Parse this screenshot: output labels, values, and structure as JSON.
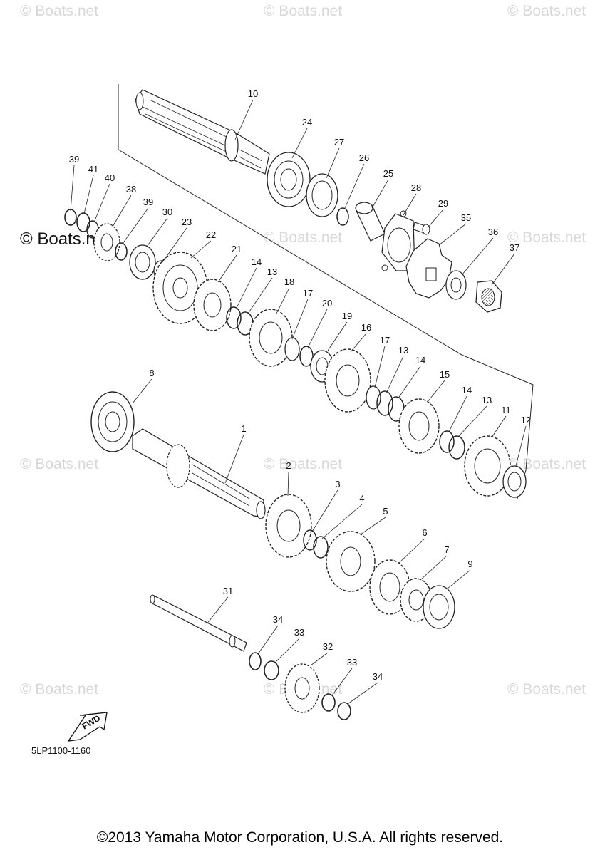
{
  "watermark": {
    "text": "© Boats.net",
    "strong_text": "© Boats.net"
  },
  "diagram_code": "5LP1100-1160",
  "fwd_label": "FWD",
  "copyright": "©2013 Yamaha Motor Corporation, U.S.A. All rights reserved.",
  "parts": [
    {
      "id": "p10",
      "label": "10"
    },
    {
      "id": "p24",
      "label": "24"
    },
    {
      "id": "p27",
      "label": "27"
    },
    {
      "id": "p26",
      "label": "26"
    },
    {
      "id": "p25",
      "label": "25"
    },
    {
      "id": "p28",
      "label": "28"
    },
    {
      "id": "p29",
      "label": "29"
    },
    {
      "id": "p35",
      "label": "35"
    },
    {
      "id": "p36",
      "label": "36"
    },
    {
      "id": "p37",
      "label": "37"
    },
    {
      "id": "p39a",
      "label": "39"
    },
    {
      "id": "p41",
      "label": "41"
    },
    {
      "id": "p40",
      "label": "40"
    },
    {
      "id": "p38",
      "label": "38"
    },
    {
      "id": "p39b",
      "label": "39"
    },
    {
      "id": "p30",
      "label": "30"
    },
    {
      "id": "p23",
      "label": "23"
    },
    {
      "id": "p22",
      "label": "22"
    },
    {
      "id": "p21",
      "label": "21"
    },
    {
      "id": "p14a",
      "label": "14"
    },
    {
      "id": "p13a",
      "label": "13"
    },
    {
      "id": "p18",
      "label": "18"
    },
    {
      "id": "p17a",
      "label": "17"
    },
    {
      "id": "p20",
      "label": "20"
    },
    {
      "id": "p19",
      "label": "19"
    },
    {
      "id": "p16",
      "label": "16"
    },
    {
      "id": "p17b",
      "label": "17"
    },
    {
      "id": "p13b",
      "label": "13"
    },
    {
      "id": "p14b",
      "label": "14"
    },
    {
      "id": "p15",
      "label": "15"
    },
    {
      "id": "p14c",
      "label": "14"
    },
    {
      "id": "p13c",
      "label": "13"
    },
    {
      "id": "p11",
      "label": "11"
    },
    {
      "id": "p12",
      "label": "12"
    },
    {
      "id": "p8",
      "label": "8"
    },
    {
      "id": "p1",
      "label": "1"
    },
    {
      "id": "p2",
      "label": "2"
    },
    {
      "id": "p3",
      "label": "3"
    },
    {
      "id": "p4",
      "label": "4"
    },
    {
      "id": "p5",
      "label": "5"
    },
    {
      "id": "p6",
      "label": "6"
    },
    {
      "id": "p7",
      "label": "7"
    },
    {
      "id": "p9",
      "label": "9"
    },
    {
      "id": "p31",
      "label": "31"
    },
    {
      "id": "p34a",
      "label": "34"
    },
    {
      "id": "p33a",
      "label": "33"
    },
    {
      "id": "p32",
      "label": "32"
    },
    {
      "id": "p33b",
      "label": "33"
    },
    {
      "id": "p34b",
      "label": "34"
    }
  ]
}
